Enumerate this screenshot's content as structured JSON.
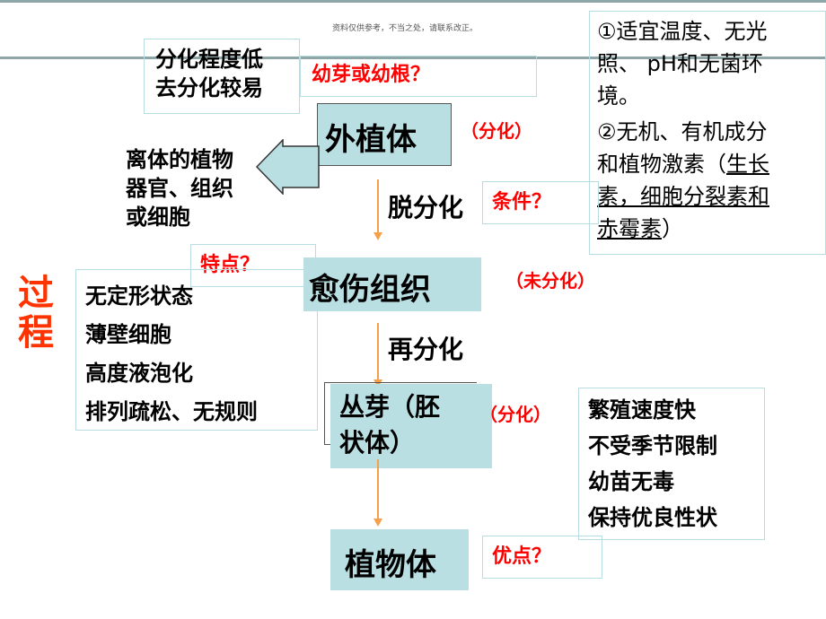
{
  "watermark": "资料仅供参考，不当之处，请联系改正。",
  "side_label": "过程",
  "flow": {
    "explant": "外植体",
    "callus": "愈伤组织",
    "bud_embryoid_line1": "丛芽（胚",
    "bud_embryoid_line2": "状体）",
    "plant": "植物体"
  },
  "steps": {
    "dedifferentiation": "脱分化",
    "redifferentiation": "再分化"
  },
  "states": {
    "explant_state": "（分化）",
    "callus_state": "（未分化）",
    "bud_state": "（分化）"
  },
  "questions": {
    "bud_or_root": "幼芽或幼根？",
    "conditions": "条件？",
    "features": "特点？",
    "advantages": "优点？"
  },
  "notes": {
    "low_diff": [
      "分化程度低",
      "去分化较易"
    ],
    "explant_source": [
      "离体的植物",
      "器官、组织",
      "或细胞"
    ],
    "callus_features": [
      "无定形状态",
      "薄壁细胞",
      "高度液泡化",
      "排列疏松、无规则"
    ],
    "advantages_list": [
      "繁殖速度快",
      "不受季节限制",
      "幼苗无毒",
      "保持优良性状"
    ],
    "conditions": {
      "line1": "①适宜温度、无光",
      "line2": "照、 pH和无菌环",
      "line3": "境。",
      "line4": "②无机、有机成分",
      "line5_plain": "和植物激素（",
      "line5_ul": "生长",
      "line6_ul": "素，细胞分裂素和",
      "line7_ul": "赤霉素",
      "line7_plain": "）"
    }
  },
  "colors": {
    "teal_box": "#b9dfe3",
    "arrow": "#f5a04a",
    "question_red": "#ff0000",
    "process_label": "#ff3300",
    "thin_border": "#b8dde0"
  }
}
